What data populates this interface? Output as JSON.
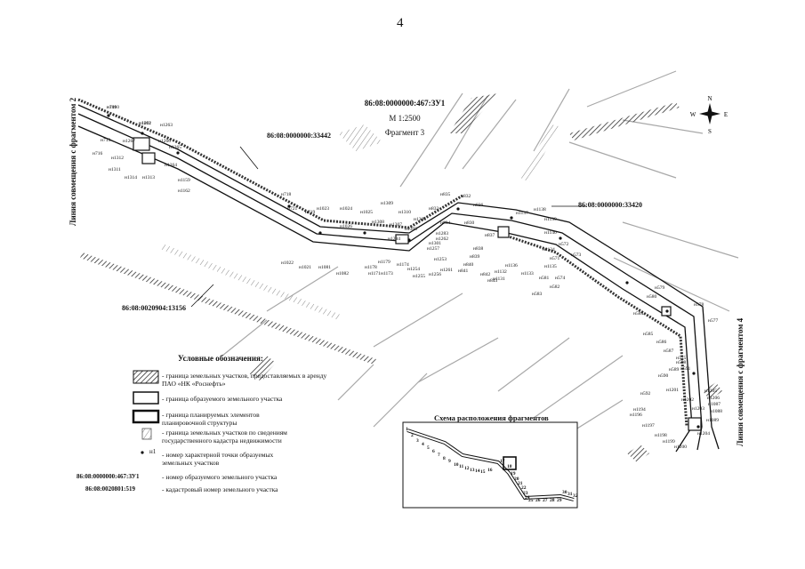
{
  "page_number": "4",
  "header": {
    "parcel_id": "86:08:0000000:467:ЗУ1",
    "scale": "М 1:2500",
    "fragment": "Фрагмент 3"
  },
  "side_labels": {
    "left": "Линия совмещения с фрагментом 2",
    "right": "Линия совмещения с фрагментом 4"
  },
  "compass": {
    "n": "N",
    "s": "S",
    "w": "W",
    "e": "E"
  },
  "cadastral_labels": {
    "top_parcel": "86:08:0000000:33442",
    "right_parcel": "86:08:0000000:33420",
    "bottom_parcel": "86:08:0020904:13156"
  },
  "point_labels": [
    "н711",
    "н1262",
    "н1263",
    "н713",
    "н1267",
    "н1266",
    "н1265",
    "н716",
    "н1312",
    "н1264",
    "н1311",
    "н1314",
    "н1313",
    "н1159",
    "н1162",
    "н718",
    "н721",
    "н719",
    "н1023",
    "н1024",
    "н1025",
    "н1026",
    "н1309",
    "н1310",
    "н1308",
    "н1306",
    "н1307",
    "н1305",
    "н1284",
    "н1301",
    "н1022",
    "н1021",
    "н1081",
    "н1082",
    "н1178",
    "н1179",
    "н1171",
    "н1173",
    "н1174",
    "н1254",
    "н1253",
    "н1255",
    "н1256",
    "н1257",
    "н1261",
    "н1283",
    "н1262",
    "н832",
    "н833",
    "н834",
    "н835",
    "н830",
    "н836",
    "н837",
    "н838",
    "н839",
    "н840",
    "н841",
    "н842",
    "н843",
    "н1136",
    "н1137",
    "н1138",
    "н1139",
    "н1140",
    "н1131",
    "н1132",
    "н1133",
    "н1134",
    "н1135",
    "н572",
    "н571",
    "н573",
    "н574",
    "н575",
    "н577",
    "н578",
    "н579",
    "н580",
    "н581",
    "н582",
    "н583",
    "н584",
    "н585",
    "н586",
    "н587",
    "н588",
    "н589",
    "н590",
    "н591",
    "н592",
    "н1194",
    "н1196",
    "н1197",
    "н1198",
    "н1199",
    "н1200",
    "н1201",
    "н1202",
    "н1203",
    "н1204",
    "н1205",
    "н1206",
    "н1087",
    "н1088",
    "н1089",
    "н1090",
    "н1091"
  ],
  "legend": {
    "title": "Условные обозначения:",
    "items": [
      "- граница земельных участков, предоставляемых в аренду ПАО «НК «Роснефть»",
      "- граница образуемого земельного участка",
      "- граница планируемых элементов планировочной структуры",
      "- граница земельных участков по сведениям государственного кадастра недвижимости",
      "- номер характерной точки образуемых земельных участков",
      "- номер образуемого земельного участка",
      "- кадастровый номер земельного участка"
    ],
    "point_symbol": "н1",
    "example_parcel": "86:08:0000000:467:ЗУ1",
    "example_cadastral": "86:08:0020801:519"
  },
  "scheme": {
    "title": "Схема расположения фрагментов",
    "numbers": [
      "1",
      "2",
      "3",
      "4",
      "5",
      "6",
      "7",
      "8",
      "9",
      "10",
      "11",
      "12",
      "13",
      "14",
      "15",
      "16",
      "17",
      "18",
      "19",
      "20",
      "21",
      "22",
      "23",
      "24",
      "25",
      "26",
      "27",
      "28",
      "29",
      "30",
      "31",
      "32"
    ]
  },
  "colors": {
    "ink": "#111111",
    "hatch": "#555555",
    "light": "#9a9a9a",
    "paper": "#ffffff"
  }
}
